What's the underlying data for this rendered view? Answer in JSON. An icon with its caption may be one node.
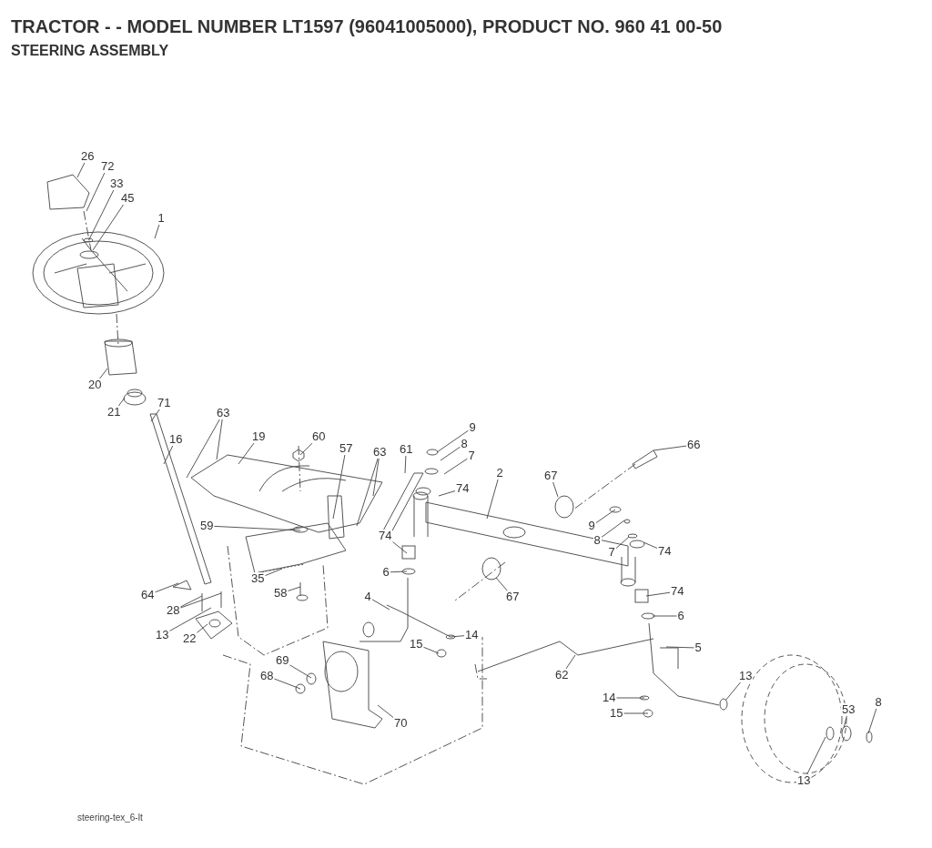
{
  "diagram": {
    "title": "TRACTOR - - MODEL NUMBER LT1597 (96041005000), PRODUCT NO. 960 41 00-50",
    "nodes": [
      {
        "text": [
          "26"
        ]
      },
      {
        "text": [
          "72"
        ]
      },
      {
        "text": [
          "33"
        ]
      },
      {
        "text": [
          "45"
        ]
      },
      {
        "text": [
          "1"
        ]
      },
      {
        "text": [
          "20"
        ]
      },
      {
        "text": [
          "21"
        ]
      },
      {
        "text": [
          "71"
        ]
      },
      {
        "text": [
          "16"
        ]
      },
      {
        "text": [
          "63"
        ]
      },
      {
        "text": [
          "19"
        ]
      },
      {
        "text": [
          "60"
        ]
      },
      {
        "text": [
          "57"
        ]
      },
      {
        "text": [
          "63"
        ]
      },
      {
        "text": [
          "61"
        ]
      },
      {
        "text": [
          "9"
        ]
      },
      {
        "text": [
          "8"
        ]
      },
      {
        "text": [
          "7"
        ]
      },
      {
        "text": [
          "74"
        ]
      },
      {
        "text": [
          "2"
        ]
      },
      {
        "text": [
          "67"
        ]
      },
      {
        "text": [
          "66"
        ]
      },
      {
        "text": [
          "9"
        ]
      },
      {
        "text": [
          "8"
        ]
      },
      {
        "text": [
          "7"
        ]
      },
      {
        "text": [
          "74"
        ]
      },
      {
        "text": [
          "59"
        ]
      },
      {
        "text": [
          "74"
        ]
      },
      {
        "text": [
          "6"
        ]
      },
      {
        "text": [
          "35"
        ]
      },
      {
        "text": [
          "58"
        ]
      },
      {
        "text": [
          "67"
        ]
      },
      {
        "text": [
          "74"
        ]
      },
      {
        "text": [
          "6"
        ]
      },
      {
        "text": [
          "64"
        ]
      },
      {
        "text": [
          "28"
        ]
      },
      {
        "text": [
          "4"
        ]
      },
      {
        "text": [
          "13"
        ]
      },
      {
        "text": [
          "22"
        ]
      },
      {
        "text": [
          "14"
        ]
      },
      {
        "text": [
          "15"
        ]
      },
      {
        "text": [
          "5"
        ]
      },
      {
        "text": [
          "69"
        ]
      },
      {
        "text": [
          "68"
        ]
      },
      {
        "text": [
          "62"
        ]
      },
      {
        "text": [
          "13"
        ]
      },
      {
        "text": [
          "14"
        ]
      },
      {
        "text": [
          "15"
        ]
      },
      {
        "text": [
          "53"
        ]
      },
      {
        "text": [
          "8"
        ]
      },
      {
        "text": [
          "70"
        ]
      },
      {
        "text": [
          "13"
        ]
      }
    ],
    "edges": [
      {
        "from": 0,
        "to": null,
        "arrow": "none"
      },
      {
        "from": 1,
        "to": null,
        "arrow": "none"
      },
      {
        "from": 2,
        "to": null,
        "arrow": "none"
      },
      {
        "from": 3,
        "to": null,
        "arrow": "none"
      },
      {
        "from": 4,
        "to": null,
        "arrow": "none"
      },
      {
        "from": 5,
        "to": null,
        "arrow": "none"
      },
      {
        "from": 6,
        "to": null,
        "arrow": "none"
      },
      {
        "from": 7,
        "to": null,
        "arrow": "none"
      },
      {
        "from": 8,
        "to": null,
        "arrow": "none"
      },
      {
        "from": 9,
        "to": null,
        "arrow": "none"
      },
      {
        "from": 9,
        "to": null,
        "arrow": "none"
      },
      {
        "from": 10,
        "to": null,
        "arrow": "none"
      },
      {
        "from": 11,
        "to": null,
        "arrow": "none"
      },
      {
        "from": 12,
        "to": null,
        "arrow": "none"
      },
      {
        "from": 13,
        "to": null,
        "arrow": "none"
      },
      {
        "from": 13,
        "to": null,
        "arrow": "none"
      },
      {
        "from": 14,
        "to": null,
        "arrow": "none"
      },
      {
        "from": 15,
        "to": null,
        "arrow": "none"
      },
      {
        "from": 16,
        "to": null,
        "arrow": "none"
      },
      {
        "from": 17,
        "to": null,
        "arrow": "none"
      },
      {
        "from": 18,
        "to": null,
        "arrow": "none"
      },
      {
        "from": 19,
        "to": null,
        "arrow": "none"
      },
      {
        "from": 20,
        "to": null,
        "arrow": "none"
      },
      {
        "from": 21,
        "to": null,
        "arrow": "none"
      },
      {
        "from": 22,
        "to": null,
        "arrow": "none"
      },
      {
        "from": 23,
        "to": null,
        "arrow": "none"
      },
      {
        "from": 24,
        "to": null,
        "arrow": "none"
      },
      {
        "from": 25,
        "to": null,
        "arrow": "none"
      },
      {
        "from": 26,
        "to": null,
        "arrow": "none"
      },
      {
        "from": 27,
        "to": null,
        "arrow": "none"
      },
      {
        "from": 28,
        "to": null,
        "arrow": "none"
      },
      {
        "from": 29,
        "to": null,
        "arrow": "none"
      },
      {
        "from": 30,
        "to": null,
        "arrow": "none"
      },
      {
        "from": 31,
        "to": null,
        "arrow": "none"
      },
      {
        "from": 32,
        "to": null,
        "arrow": "none"
      },
      {
        "from": 33,
        "to": null,
        "arrow": "none"
      },
      {
        "from": 34,
        "to": null,
        "arrow": "none"
      },
      {
        "from": 35,
        "to": null,
        "arrow": "none"
      },
      {
        "from": 35,
        "to": null,
        "arrow": "none"
      },
      {
        "from": 36,
        "to": null,
        "arrow": "none"
      },
      {
        "from": 37,
        "to": null,
        "arrow": "none"
      },
      {
        "from": 38,
        "to": null,
        "arrow": "none"
      },
      {
        "from": 39,
        "to": null,
        "arrow": "none"
      },
      {
        "from": 40,
        "to": null,
        "arrow": "none"
      },
      {
        "from": 41,
        "to": null,
        "arrow": "none"
      },
      {
        "from": 42,
        "to": null,
        "arrow": "none"
      },
      {
        "from": 43,
        "to": null,
        "arrow": "none"
      },
      {
        "from": 44,
        "to": null,
        "arrow": "none"
      },
      {
        "from": 45,
        "to": null,
        "arrow": "none"
      },
      {
        "from": 46,
        "to": null,
        "arrow": "none"
      },
      {
        "from": 47,
        "to": null,
        "arrow": "none"
      },
      {
        "from": 48,
        "to": null,
        "arrow": "none"
      },
      {
        "from": 49,
        "to": null,
        "arrow": "none"
      },
      {
        "from": 50,
        "to": null,
        "arrow": "none"
      },
      {
        "from": 51,
        "to": null,
        "arrow": "none"
      }
    ],
    "labels": [
      "STEERING ASSEMBLY",
      "steering-tex_6-lt"
    ]
  }
}
